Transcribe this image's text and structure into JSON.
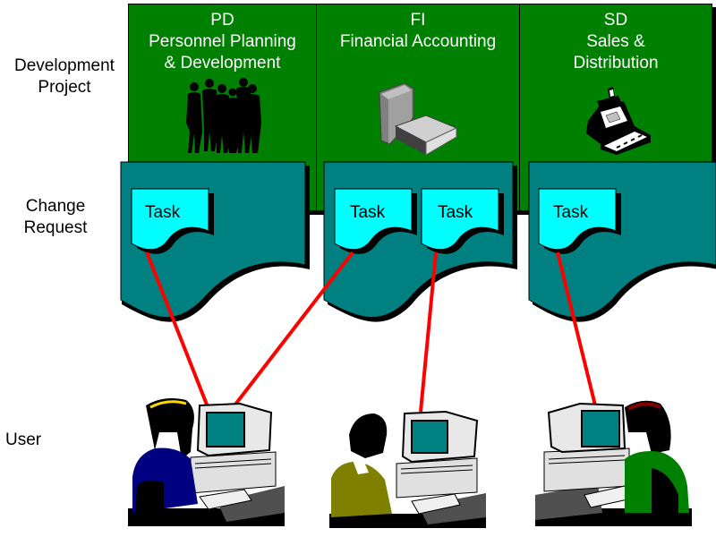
{
  "row_labels": {
    "development_project": [
      "Development",
      "Project"
    ],
    "change_request": [
      "Change",
      "Request"
    ],
    "user": "User"
  },
  "projects": [
    {
      "code": "PD",
      "name_lines": [
        "Personnel Planning",
        "& Development"
      ],
      "icon": "people-group-icon"
    },
    {
      "code": "FI",
      "name_lines": [
        "Financial Accounting"
      ],
      "icon": "books-icon"
    },
    {
      "code": "SD",
      "name_lines": [
        "Sales &",
        "Distribution"
      ],
      "icon": "cash-register-icon"
    }
  ],
  "change_requests": [
    {
      "tasks": [
        "Task"
      ]
    },
    {
      "tasks": [
        "Task",
        "Task"
      ]
    },
    {
      "tasks": [
        "Task"
      ]
    }
  ],
  "users": [
    {
      "icon": "user-at-computer-icon",
      "shirt_color": "#000080"
    },
    {
      "icon": "user-at-computer-icon",
      "shirt_color": "#808000"
    },
    {
      "icon": "user-at-computer-icon",
      "shirt_color": "#008000"
    }
  ],
  "colors": {
    "project_fill": "#008000",
    "change_request_fill": "#008080",
    "task_fill": "#00ffff",
    "link_color": "#ff0000"
  }
}
